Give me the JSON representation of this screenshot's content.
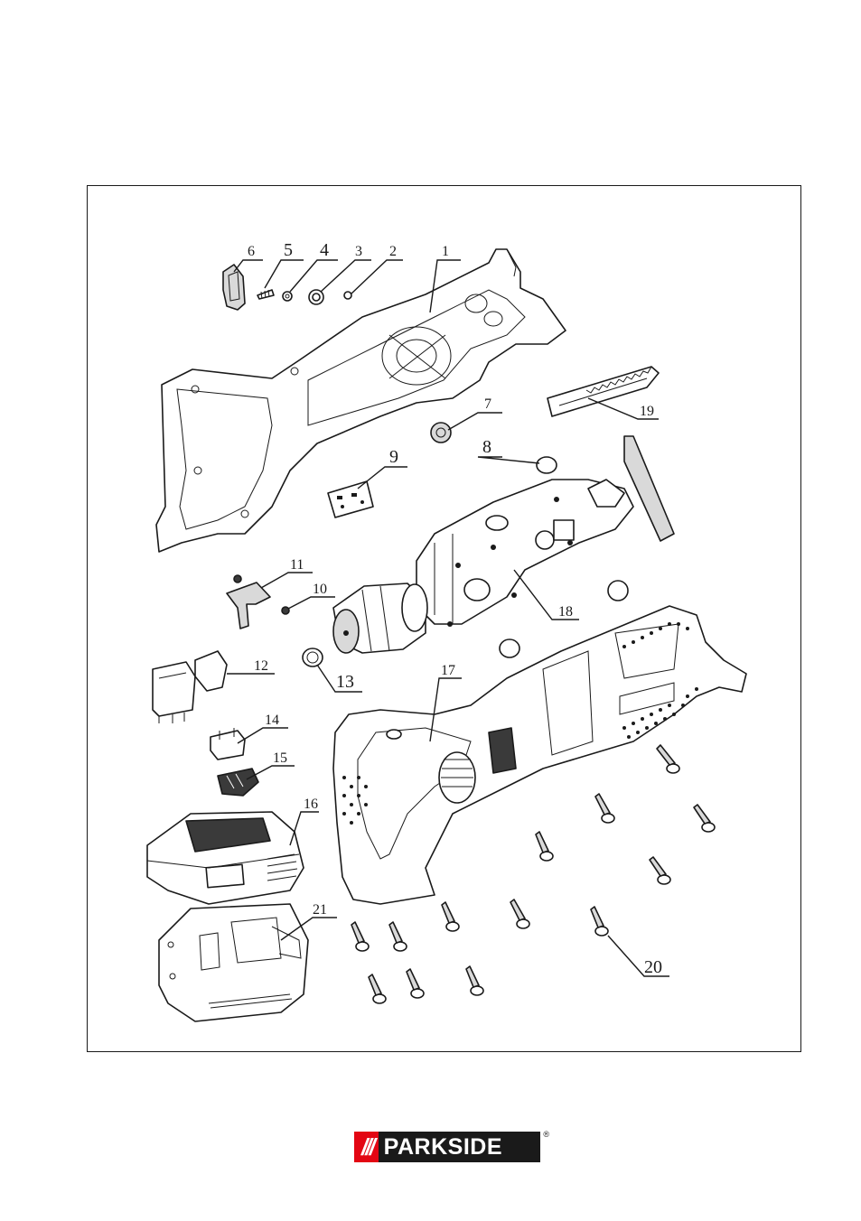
{
  "labels": {
    "l1": "1",
    "l2": "2",
    "l3": "3",
    "l4": "4",
    "l5": "5",
    "l6": "6",
    "l7": "7",
    "l8": "8",
    "l9": "9",
    "l10": "10",
    "l11": "11",
    "l12": "12",
    "l13": "13",
    "l14": "14",
    "l15": "15",
    "l16": "16",
    "l17": "17",
    "l18": "18",
    "l19": "19",
    "l20": "20",
    "l21": "21"
  },
  "logo": {
    "mark": "///",
    "brand": "PARKSIDE",
    "reg": "®"
  },
  "colors": {
    "brand_red": "#e30613",
    "brand_black": "#1a1a1a",
    "line": "#1a1a1a"
  }
}
